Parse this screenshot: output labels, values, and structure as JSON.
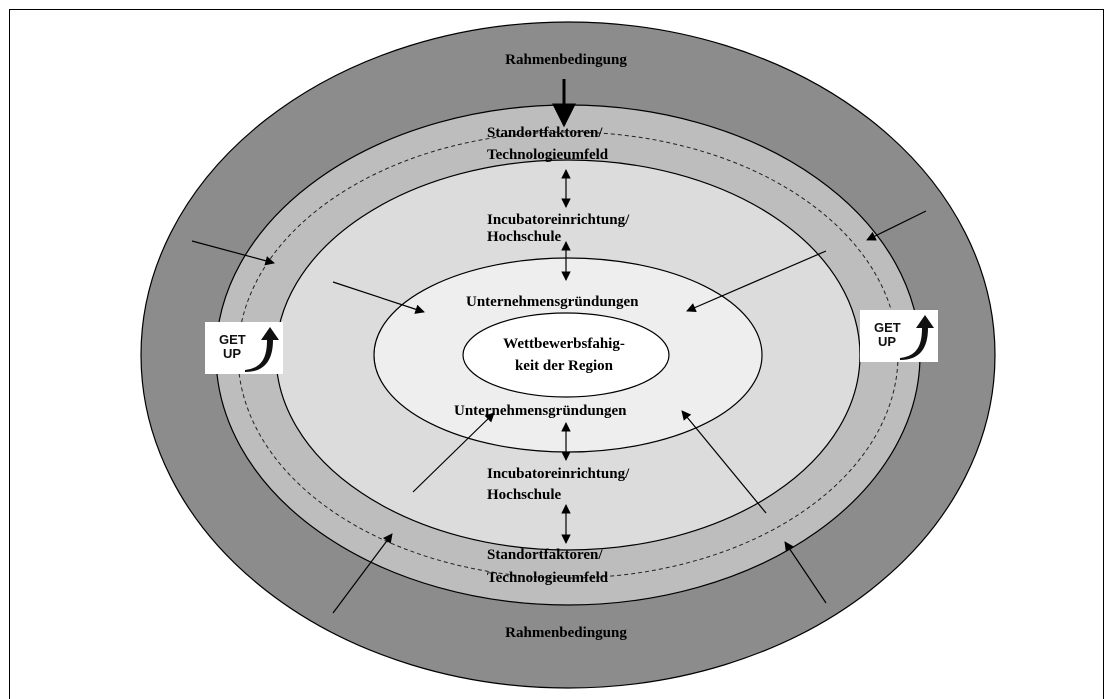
{
  "rings": {
    "outer_label": "Rahmenbedingung",
    "standort_line1": "Standortfaktoren/",
    "standort_line2": "Technologieumfeld",
    "incubator_line1": "Incubatoreinrichtung/",
    "incubator_line2": "Hochschule",
    "gruendungen": "Unternehmensgründungen"
  },
  "center": {
    "line1": "Wettbewerbsfahig-",
    "line2": "keit der Region"
  },
  "logo": {
    "line1": "GET",
    "line2": "UP"
  },
  "colors": {
    "outer_ring": "#8c8c8c",
    "standort_ring": "#bdbdbd",
    "incubator_ring": "#dcdcdc",
    "gruendung_ring": "#eeeeee",
    "center": "#ffffff",
    "stroke": "#000000"
  }
}
